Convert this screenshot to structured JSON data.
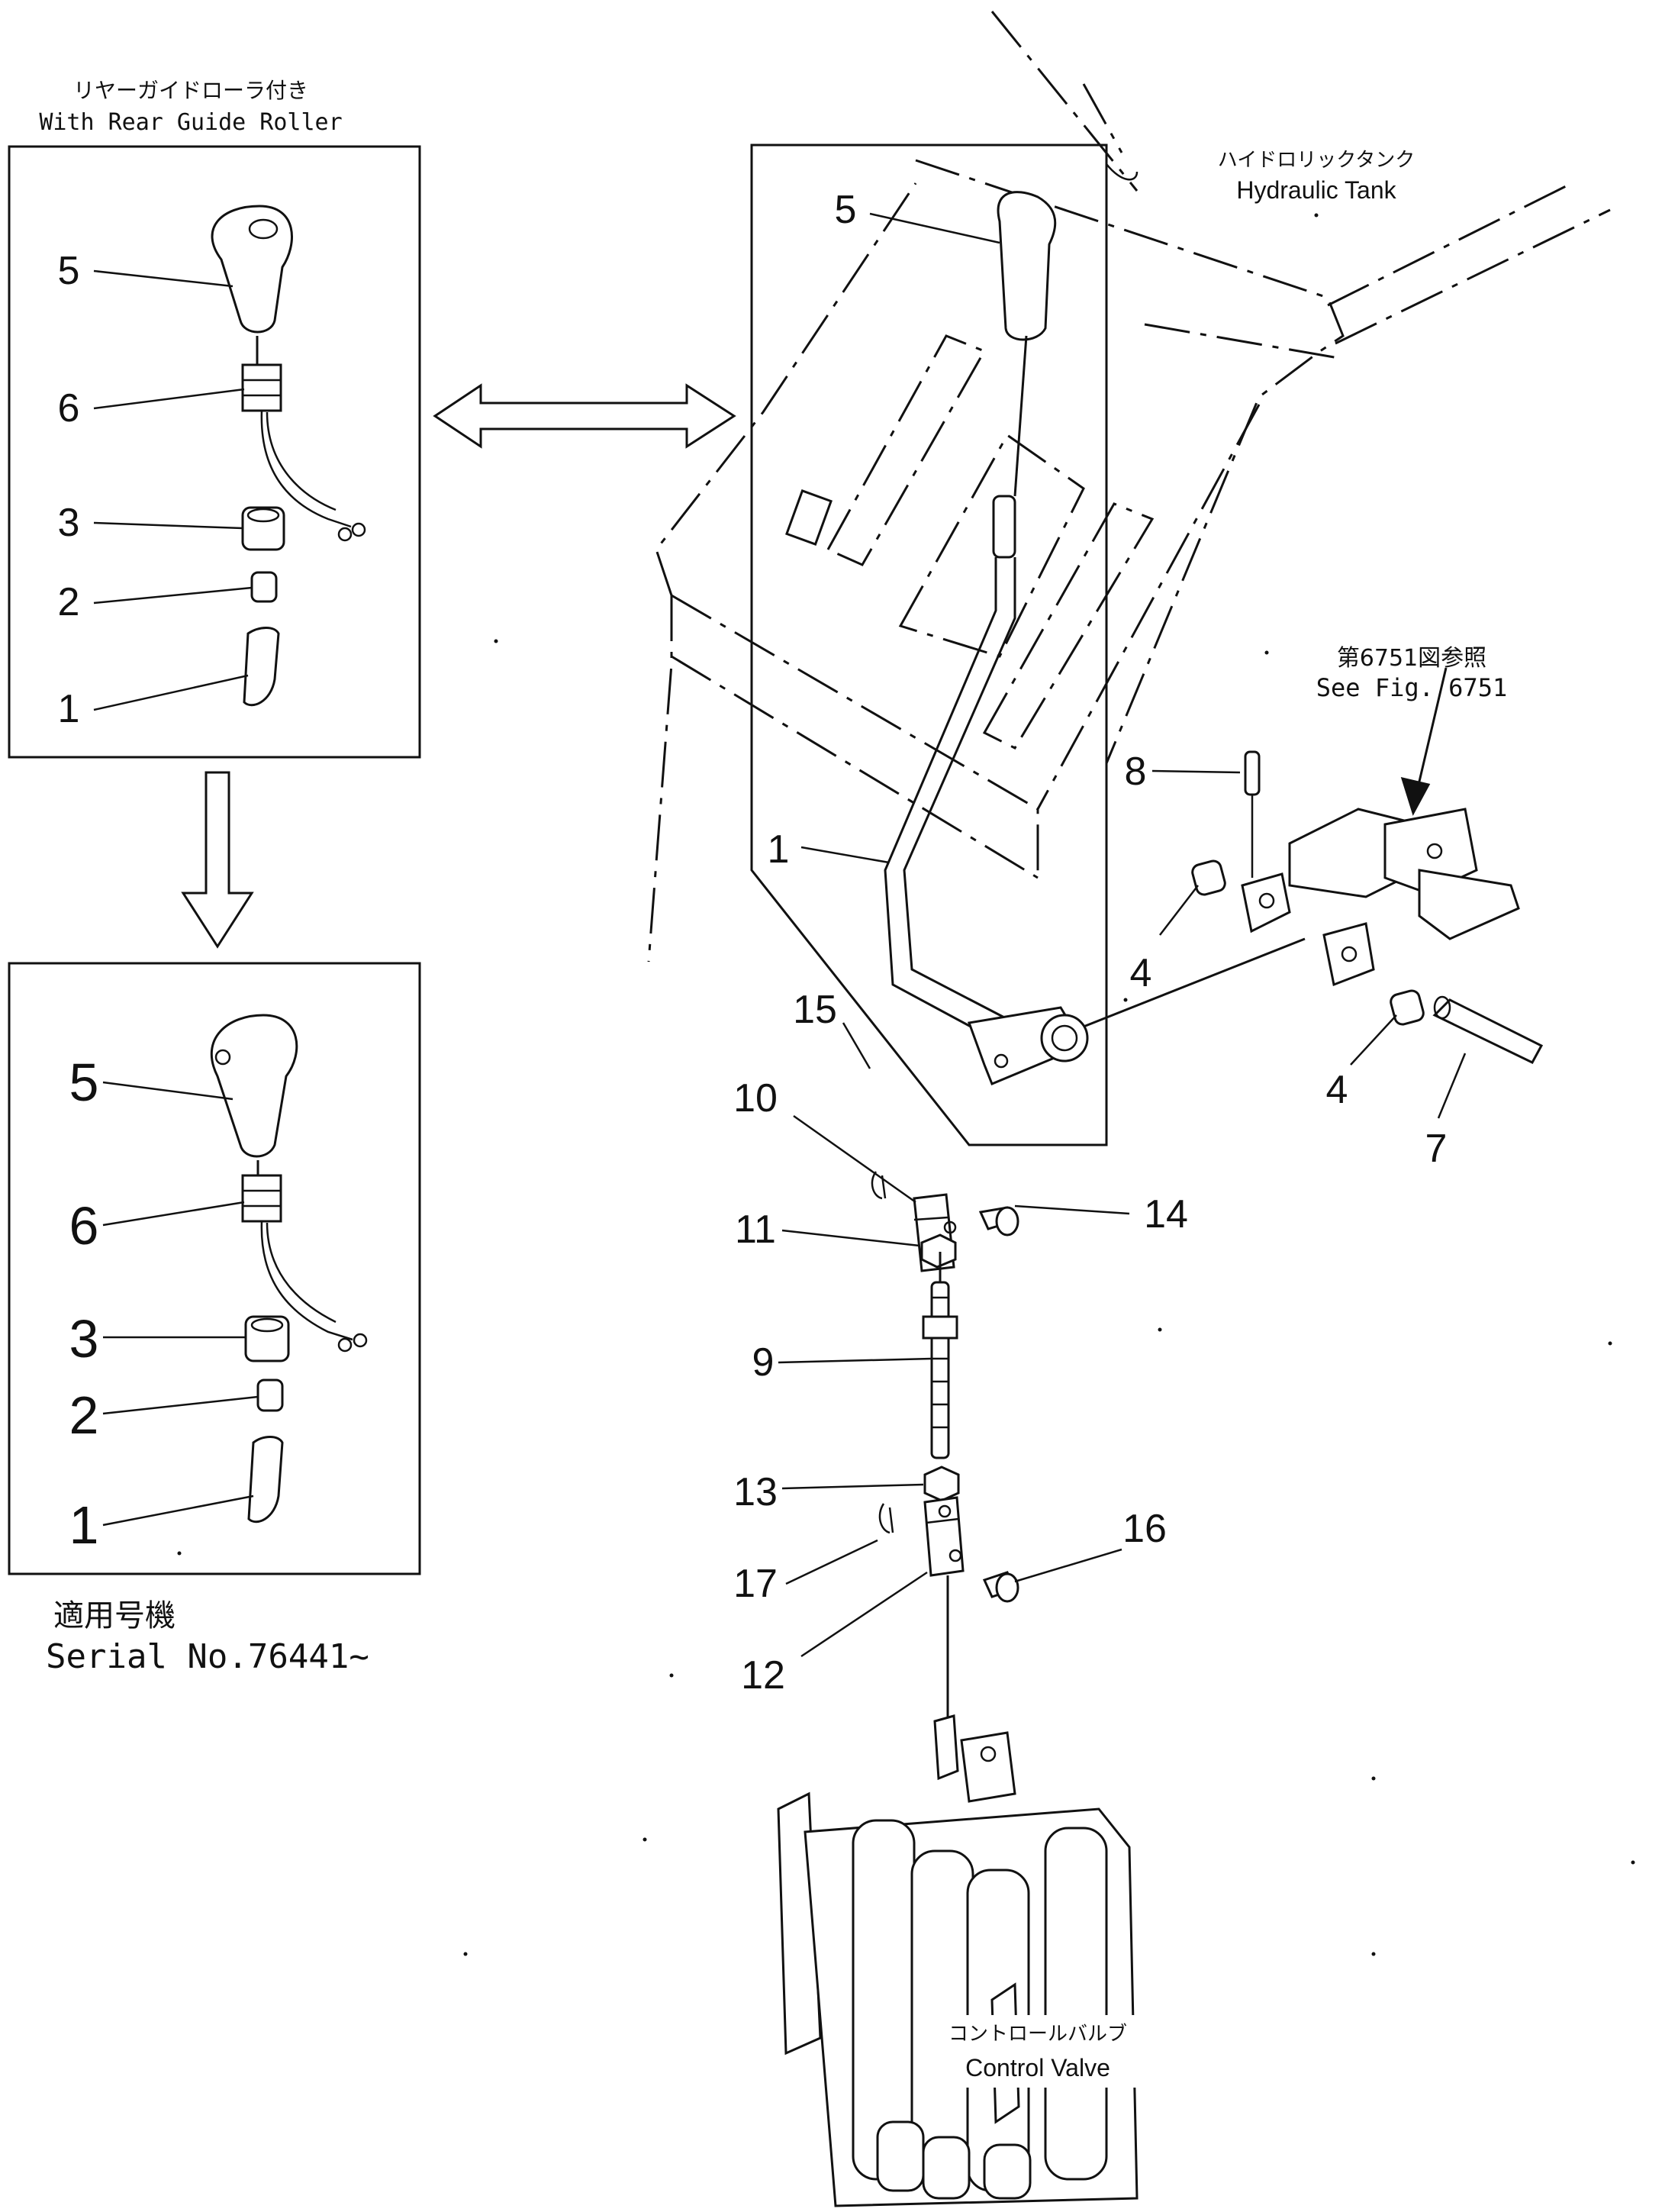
{
  "labels": {
    "inset_top_caption_jp": "リヤーガイドローラ付き",
    "inset_top_caption_en": "With Rear Guide Roller",
    "hydraulic_tank_jp": "ハイドロリックタンク",
    "hydraulic_tank_en": "Hydraulic Tank",
    "see_fig_jp": "第6751図参照",
    "see_fig_en": "See Fig. 6751",
    "serial_jp": "適用号機",
    "serial_en": "Serial No.76441~",
    "control_valve_jp": "コントロールバルブ",
    "control_valve_en": "Control Valve"
  },
  "inset_top_parts": [
    "5",
    "6",
    "3",
    "2",
    "1"
  ],
  "inset_bottom_parts": [
    "5",
    "6",
    "3",
    "2",
    "1"
  ],
  "main_parts": [
    "5",
    "1",
    "8",
    "4",
    "4",
    "7",
    "15",
    "10",
    "14",
    "11",
    "9",
    "13",
    "16",
    "17",
    "12"
  ]
}
